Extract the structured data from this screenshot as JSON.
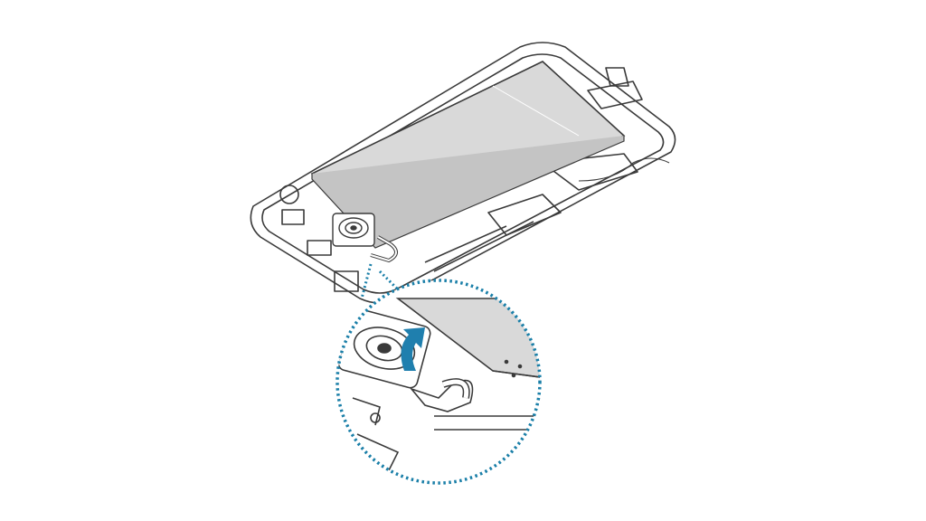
{
  "illustration": {
    "colors": {
      "line": "#3a3a3a",
      "battery_fill": "#d9d9d9",
      "callout_dots": "#1a7fa8",
      "arrow": "#1f7fae",
      "background": "#ffffff"
    },
    "icons": [
      "phone-body",
      "battery",
      "camera-module",
      "flex-cable",
      "magnified-callout",
      "lift-arrow-icon"
    ]
  }
}
